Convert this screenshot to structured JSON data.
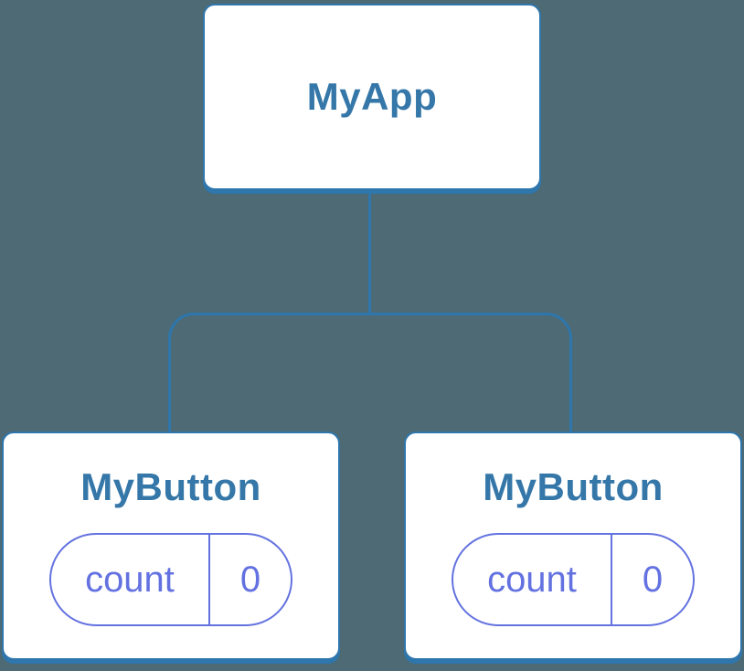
{
  "diagram": {
    "type": "component-tree",
    "colors": {
      "background": "#4D6A75",
      "connector": "#2E76AC",
      "node_border": "#2E76AC",
      "node_title": "#3577A8",
      "state_pill": "#6372E0"
    },
    "root": {
      "label": "MyApp"
    },
    "children": [
      {
        "label": "MyButton",
        "state": {
          "name": "count",
          "value": "0"
        }
      },
      {
        "label": "MyButton",
        "state": {
          "name": "count",
          "value": "0"
        }
      }
    ]
  }
}
